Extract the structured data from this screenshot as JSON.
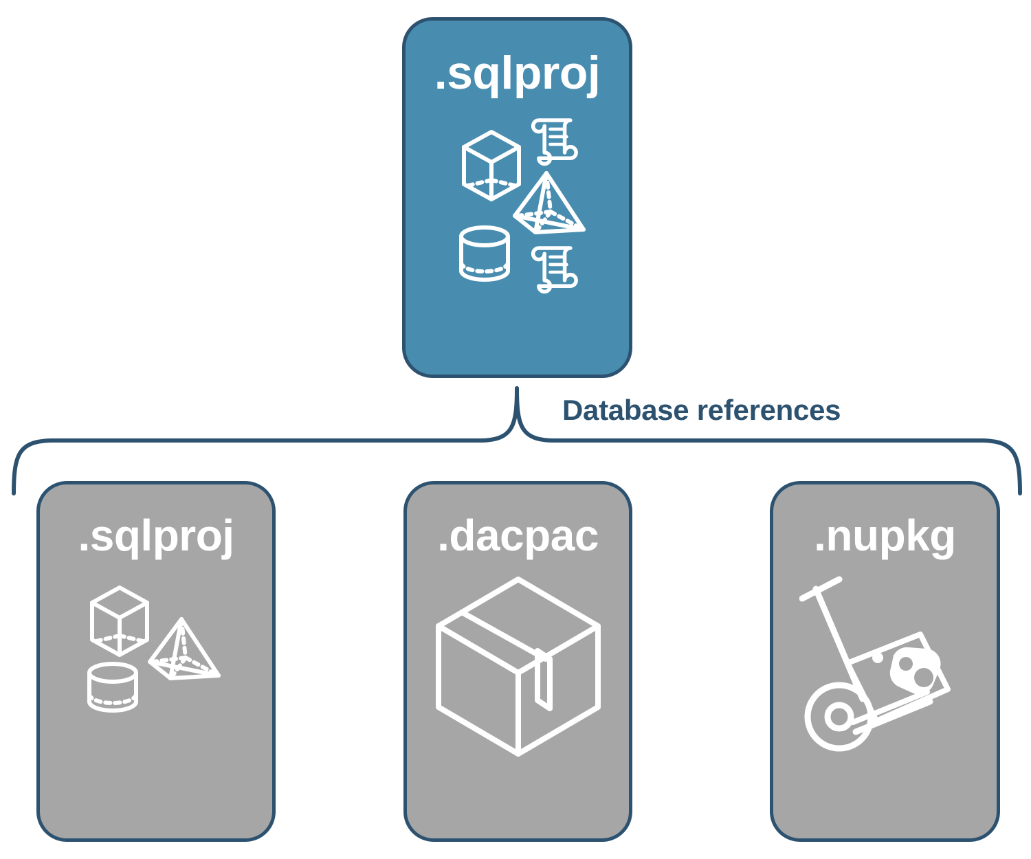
{
  "diagram": {
    "title_root": ".sqlproj",
    "connector_label": "Database references",
    "colors": {
      "root_fill": "#488db0",
      "leaf_fill": "#a6a6a6",
      "border": "#2d5270",
      "label_text": "#2d5270",
      "node_text": "#ffffff",
      "background": "#ffffff"
    }
  },
  "root": {
    "label": ".sqlproj",
    "icons": [
      "cube-icon",
      "pyramid-icon",
      "cylinder-icon",
      "scroll-icon",
      "scroll-icon"
    ]
  },
  "references": [
    {
      "label": ".sqlproj",
      "icons": [
        "cube-icon",
        "pyramid-icon",
        "cylinder-icon"
      ]
    },
    {
      "label": ".dacpac",
      "icons": [
        "package-box-icon"
      ]
    },
    {
      "label": ".nupkg",
      "icons": [
        "hand-truck-icon",
        "nuget-package-icon"
      ]
    }
  ]
}
